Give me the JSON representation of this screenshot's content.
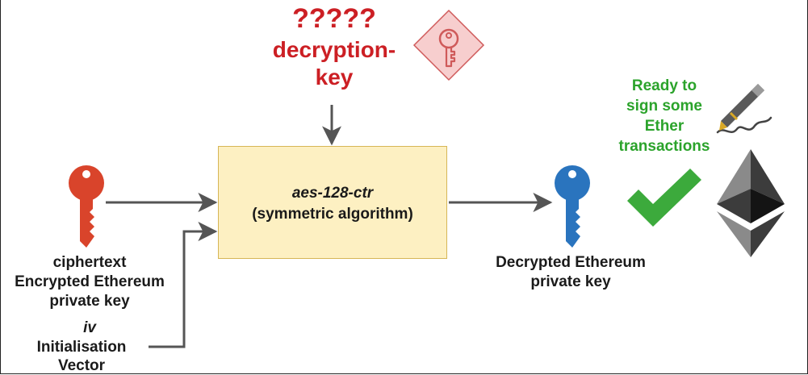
{
  "decryption_key": {
    "unknown": "?????",
    "line1": "decryption-",
    "line2": "key",
    "icon": "key-diamond-icon",
    "color": "#cc1f24"
  },
  "algorithm_box": {
    "line1": "aes-128-ctr",
    "line2": "(symmetric algorithm)",
    "fill": "#fdf0c2",
    "border": "#d6b656"
  },
  "ciphertext": {
    "line1": "ciphertext",
    "line2": "Encrypted Ethereum",
    "line3": "private key",
    "icon": "red-key-icon",
    "color": "#d9442b"
  },
  "iv": {
    "line1": "iv",
    "line2": "Initialisation",
    "line3": "Vector"
  },
  "output": {
    "line1": "Decrypted Ethereum",
    "line2": "private key",
    "icon": "blue-key-icon",
    "color": "#2a74be"
  },
  "ready": {
    "line1": "Ready to",
    "line2": "sign some",
    "line3": "Ether",
    "line4": "transactions",
    "color": "#2ba32b",
    "icons": [
      "checkmark-icon",
      "pen-signature-icon",
      "ethereum-logo-icon"
    ]
  }
}
